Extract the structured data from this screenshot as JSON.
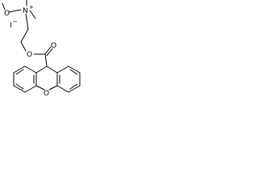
{
  "molecule": {
    "atoms": {
      "o_methoxy": "O",
      "n_quaternary": "N",
      "n_charge": "+",
      "iodide": "I",
      "iodide_charge": "−",
      "o_ester": "O",
      "o_carbonyl": "O",
      "o_ring": "O"
    }
  }
}
